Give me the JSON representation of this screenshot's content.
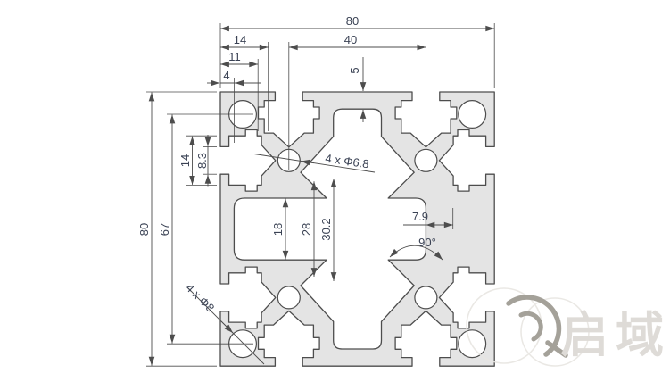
{
  "drawing": {
    "dims": {
      "width_80": "80",
      "slot_spacing_40": "40",
      "top_14": "14",
      "top_11": "11",
      "top_4": "4",
      "wall_5": "5",
      "height_80": "80",
      "hole_spacing_67": "67",
      "side_slot_14": "14",
      "side_opening_8_3": "8.3",
      "pocket_18": "18",
      "cavity_28": "28",
      "cavity_30_2": "30.2",
      "wall_7_9": "7.9",
      "angle_90": "90°"
    },
    "callouts": {
      "small_holes": "4 x Φ6.8",
      "corner_holes": "4 x Φ8"
    }
  },
  "watermark": {
    "text": "启域"
  },
  "colors": {
    "profile_fill": "#e4e4e4",
    "outline": "#4d4d4d",
    "dim_text": "#3a4254",
    "watermark_gray": "#dbd8d3"
  }
}
